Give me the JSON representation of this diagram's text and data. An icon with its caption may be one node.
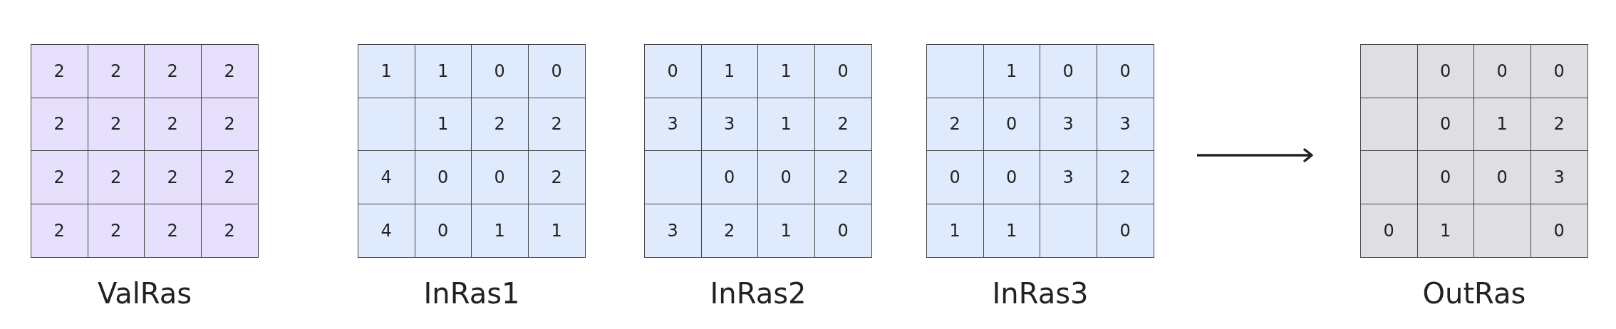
{
  "diagram": {
    "nodes": [
      {
        "text": [
          "ValRas"
        ]
      },
      {
        "text": [
          "InRas1"
        ]
      },
      {
        "text": [
          "InRas2"
        ]
      },
      {
        "text": [
          "InRas3"
        ]
      },
      {
        "text": [
          "OutRas"
        ]
      }
    ],
    "edges": [
      {
        "from": 3,
        "to": 4,
        "arrow": "to"
      }
    ],
    "labels": [
      "2",
      "2",
      "2",
      "2",
      "2",
      "2",
      "2",
      "2",
      "2",
      "2",
      "2",
      "2",
      "2",
      "2",
      "2",
      "2",
      "1",
      "1",
      "0",
      "0",
      "1",
      "2",
      "2",
      "4",
      "0",
      "0",
      "2",
      "4",
      "0",
      "1",
      "1",
      "0",
      "1",
      "1",
      "0",
      "3",
      "3",
      "1",
      "2",
      "0",
      "0",
      "2",
      "3",
      "2",
      "1",
      "0",
      "1",
      "0",
      "0",
      "2",
      "0",
      "3",
      "3",
      "0",
      "0",
      "3",
      "2",
      "1",
      "1",
      "0",
      "0",
      "0",
      "0",
      "0",
      "1",
      "2",
      "0",
      "0",
      "3",
      "0",
      "1",
      "0"
    ]
  }
}
